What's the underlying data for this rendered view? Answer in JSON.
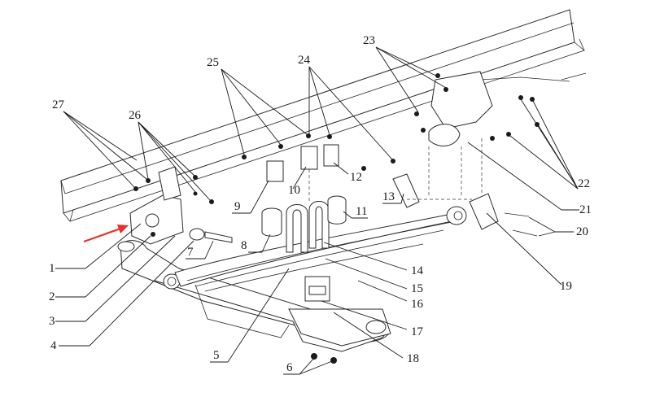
{
  "diagram": {
    "callouts": [
      {
        "id": "c1",
        "label": "1"
      },
      {
        "id": "c2",
        "label": "2"
      },
      {
        "id": "c3",
        "label": "3"
      },
      {
        "id": "c4",
        "label": "4"
      },
      {
        "id": "c5",
        "label": "5"
      },
      {
        "id": "c6",
        "label": "6"
      },
      {
        "id": "c7",
        "label": "7"
      },
      {
        "id": "c8",
        "label": "8"
      },
      {
        "id": "c9",
        "label": "9"
      },
      {
        "id": "c10",
        "label": "10"
      },
      {
        "id": "c11",
        "label": "11"
      },
      {
        "id": "c12",
        "label": "12"
      },
      {
        "id": "c13",
        "label": "13"
      },
      {
        "id": "c14",
        "label": "14"
      },
      {
        "id": "c15",
        "label": "15"
      },
      {
        "id": "c16",
        "label": "16"
      },
      {
        "id": "c17",
        "label": "17"
      },
      {
        "id": "c18",
        "label": "18"
      },
      {
        "id": "c19",
        "label": "19"
      },
      {
        "id": "c20",
        "label": "20"
      },
      {
        "id": "c21",
        "label": "21"
      },
      {
        "id": "c22",
        "label": "22"
      },
      {
        "id": "c23",
        "label": "23"
      },
      {
        "id": "c24",
        "label": "24"
      },
      {
        "id": "c25",
        "label": "25"
      },
      {
        "id": "c26",
        "label": "26"
      },
      {
        "id": "c27",
        "label": "27"
      }
    ],
    "pointer_arrow_color": "#e8302a",
    "line_color": "#1a1a1a"
  }
}
